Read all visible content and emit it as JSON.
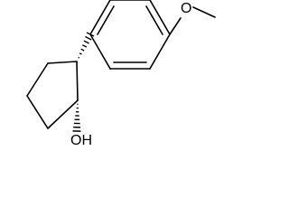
{
  "molecule": {
    "atom_labels": {
      "methoxy_oxygen": "O",
      "hydroxyl": "OH"
    },
    "stereo_bonds": [
      "hashed-wedge",
      "hashed-wedge"
    ]
  }
}
